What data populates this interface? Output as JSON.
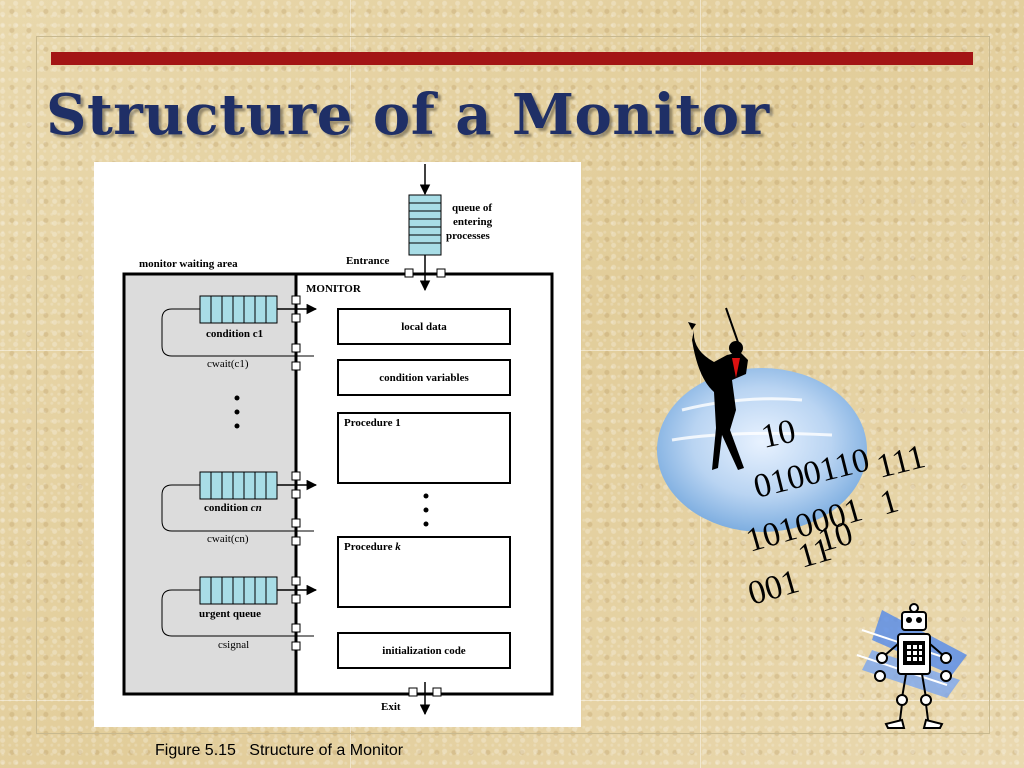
{
  "slide": {
    "title": "Structure of a Monitor",
    "caption": "Figure 5.15   Structure of a Monitor",
    "colors": {
      "title": "#1f2f66",
      "accent_bar": "#a31515",
      "queue_fill": "#a8dde6"
    }
  },
  "diagram": {
    "queue_of_entering_processes": [
      "queue of",
      "entering",
      "processes"
    ],
    "entrance": "Entrance",
    "exit": "Exit",
    "monitor_waiting_area": "monitor waiting area",
    "monitor": "MONITOR",
    "condition_c1": "condition c1",
    "cwait_c1": "cwait(c1)",
    "condition_cn_prefix": "condition ",
    "condition_cn_var": "cn",
    "cwait_cn": "cwait(cn)",
    "urgent_queue": "urgent queue",
    "csignal": "csignal",
    "local_data": "local data",
    "condition_variables": "condition variables",
    "procedure_1": "Procedure 1",
    "procedure_k_prefix": "Procedure ",
    "procedure_k_var": "k",
    "initialization_code": "initialization code"
  },
  "clipart": {
    "binary_lines": [
      "10",
      "0100110",
      "111",
      "1010001",
      "1",
      "10",
      "001",
      "11",
      "0"
    ]
  }
}
